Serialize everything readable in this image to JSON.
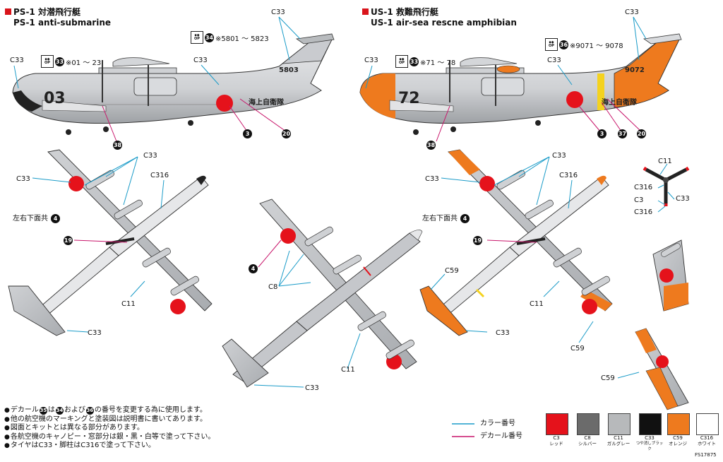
{
  "ps1": {
    "title_jp": "PS-1 対潜飛行艇",
    "title_en": "PS-1 anti-submarine",
    "op_label": "OP",
    "serial_34": "※5801 ～ 5823",
    "serial_33": "※01 ～ 23",
    "nose_number": "03",
    "tail_number": "5803",
    "hull_text": "海上自衛隊"
  },
  "us1": {
    "title_jp": "US-1 救難飛行艇",
    "title_en": "US-1 air-sea rescne amphibian",
    "op_label": "OP",
    "serial_36": "※9071 ～ 9078",
    "serial_33": "※71 ～ 78",
    "nose_number": "72",
    "tail_number": "9072",
    "hull_text": "海上自衛隊"
  },
  "callouts": {
    "c33": "C33",
    "c316": "C316",
    "c11": "C11",
    "c8": "C8",
    "c59": "C59",
    "c3": "C3",
    "underside": "左右下面共"
  },
  "markers": {
    "m3": "3",
    "m4": "4",
    "m19": "19",
    "m20": "20",
    "m33": "33",
    "m34": "34",
    "m35": "35",
    "m36": "36",
    "m37": "37",
    "m38": "38"
  },
  "notes": {
    "n1_a": "デカール",
    "n1_b": "は",
    "n1_c": "および",
    "n1_d": "の番号を変更する為に使用します。",
    "n2": "他の航空機のマーキングと塗装図は説明書に書いてあります。",
    "n3": "図面とキットとは異なる部分があります。",
    "n4": "各航空機のキャノピー・窓部分は銀・黒・白等で塗って下さい。",
    "n5": "タイヤはC33・脚柱はC316で塗って下さい。"
  },
  "legend": {
    "color_number": "カラー番号",
    "decal_number": "デカール番号"
  },
  "colors": [
    {
      "code": "C3",
      "name": "レッド",
      "hex": "#e5121b"
    },
    {
      "code": "C8",
      "name": "シルバー",
      "hex": "#6b6b6b"
    },
    {
      "code": "C11",
      "name": "ガルグレー",
      "hex": "#b7b9bb"
    },
    {
      "code": "C33",
      "name": "つや消しブラック",
      "hex": "#111111"
    },
    {
      "code": "C59",
      "name": "オレンジ",
      "hex": "#ee7a1e"
    },
    {
      "code": "C316",
      "name": "ホワイト",
      "hex": "#ffffff"
    }
  ],
  "product_code": "FS17875",
  "accent": {
    "callout_line": "#1a9bc8",
    "decal_line": "#c8166b"
  }
}
